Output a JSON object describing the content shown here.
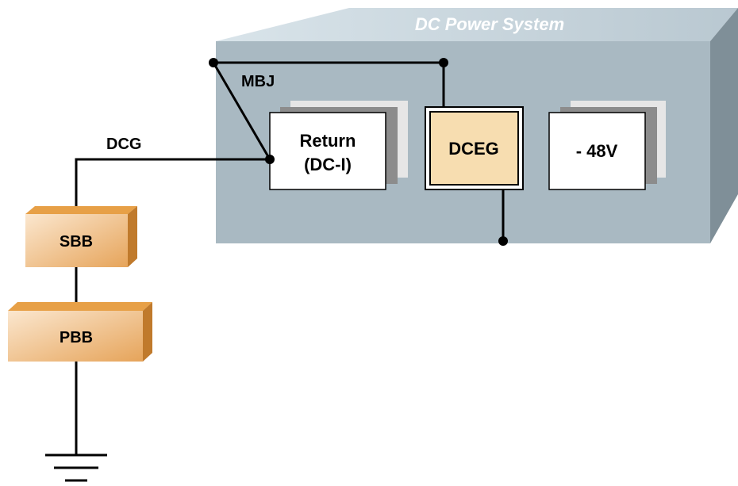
{
  "system": {
    "title": "DC Power System"
  },
  "labels": {
    "mbj": "MBJ",
    "dcg": "DCG"
  },
  "boxes": {
    "return_line1": "Return",
    "return_line2": "(DC-I)",
    "dceg": "DCEG",
    "neg48": "- 48V"
  },
  "bars": {
    "sbb": "SBB",
    "pbb": "PBB"
  },
  "colors": {
    "cabinet_front": "#a9b9c2",
    "cabinet_top": "#c9d6de",
    "cabinet_side": "#7f8f98",
    "dceg_fill": "#f7ddb0",
    "bar_gradient_start": "#fbe7cf",
    "bar_gradient_end": "#e6a45a",
    "bar_top": "#e7a047",
    "bar_side": "#c07a2c"
  }
}
